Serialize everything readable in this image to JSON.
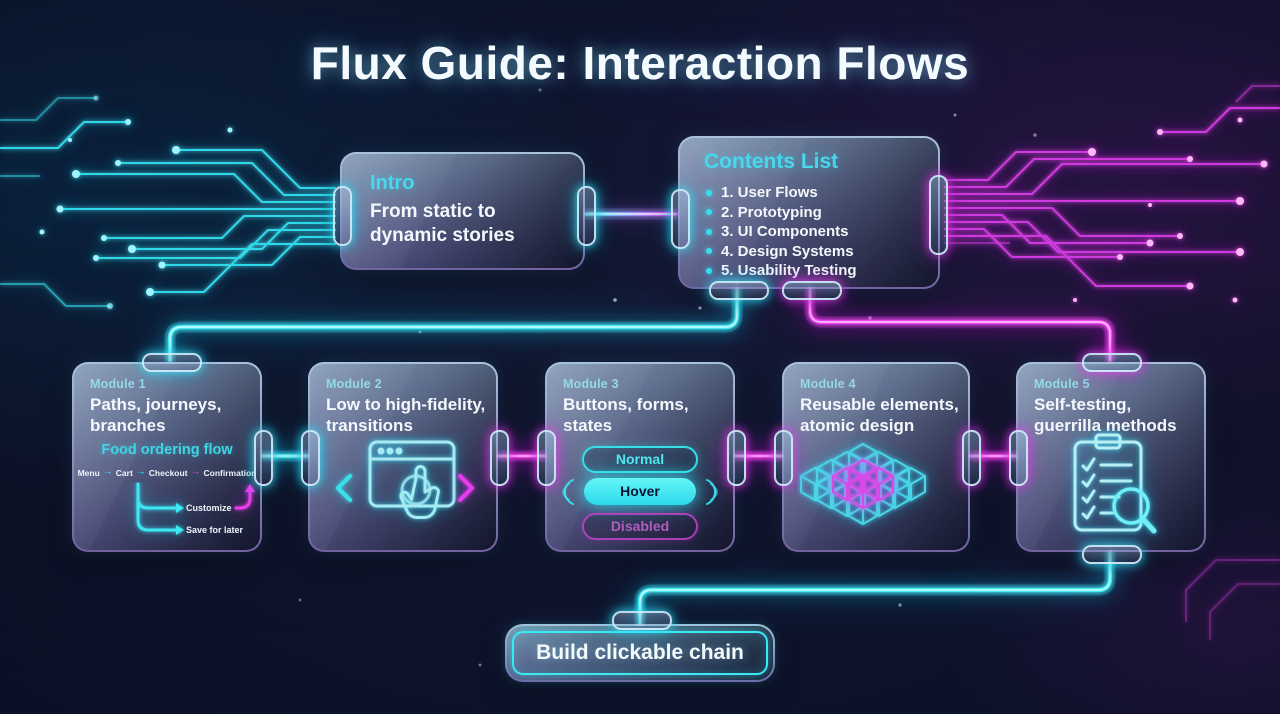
{
  "title": "Flux Guide: Interaction Flows",
  "glyphs": {
    "arrow": "→"
  },
  "colors": {
    "cyan": "#3ce9f2",
    "magenta": "#ea3cf0",
    "background": "#0a0e20"
  },
  "intro": {
    "label": "Intro",
    "description": "From static to dynamic stories"
  },
  "contents": {
    "title": "Contents List",
    "items": [
      "1. User Flows",
      "2. Prototyping",
      "3. UI Components",
      "4. Design Systems",
      "5. Usability Testing"
    ]
  },
  "modules": [
    {
      "label": "Module 1",
      "title": "Paths, journeys, branches",
      "flow": {
        "title": "Food ordering flow",
        "steps": [
          "Menu",
          "Cart",
          "Checkout",
          "Confirmation"
        ],
        "branch1": "Customize",
        "branch2": "Save for later"
      }
    },
    {
      "label": "Module 2",
      "title": "Low to high-fidelity, transitions",
      "icon": "browser-tap-icon"
    },
    {
      "label": "Module 3",
      "title": "Buttons, forms, states",
      "states": {
        "normal": "Normal",
        "hover": "Hover",
        "disabled": "Disabled"
      }
    },
    {
      "label": "Module 4",
      "title": "Reusable elements, atomic design",
      "icon": "atomic-cubes-icon"
    },
    {
      "label": "Module 5",
      "title": "Self-testing, guerrilla methods",
      "icon": "checklist-magnifier-icon"
    }
  ],
  "cta": {
    "label": "Build clickable chain"
  }
}
